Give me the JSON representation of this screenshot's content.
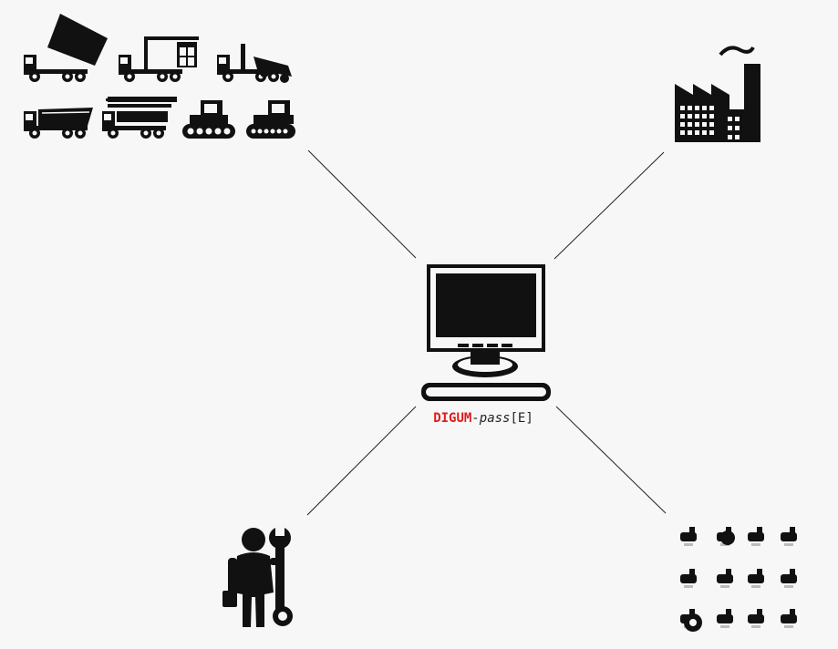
{
  "hub": {
    "icon": "computer-monitor-icon",
    "label_brand": "DIGUM",
    "label_mid": "-pass",
    "label_suffix": "[E]"
  },
  "nodes": [
    {
      "position": "top-left",
      "icon": "construction-vehicles-icon"
    },
    {
      "position": "top-right",
      "icon": "factory-icon"
    },
    {
      "position": "bottom-left",
      "icon": "mechanic-with-wrench-icon"
    },
    {
      "position": "bottom-right",
      "icon": "power-tools-icon"
    }
  ],
  "colors": {
    "background": "#f7f7f7",
    "icon": "#111111",
    "brand": "#e01b1b",
    "connector": "#222222"
  }
}
